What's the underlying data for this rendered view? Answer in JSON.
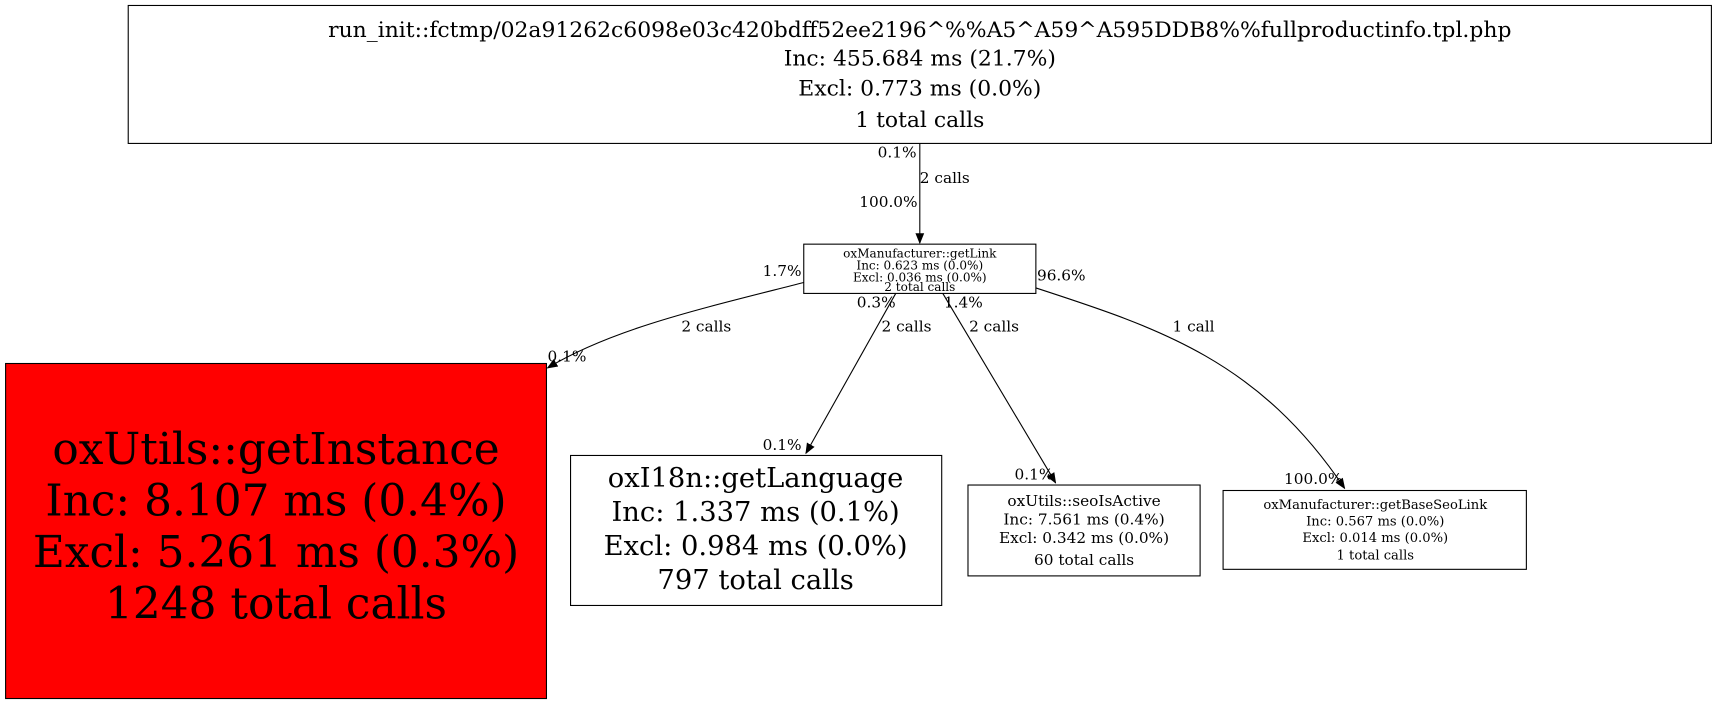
{
  "nodes": {
    "run_init": {
      "name": "run_init::fctmp/02a91262c6098e03c420bdff52ee2196^%%A5^A59^A595DDB8%%fullproductinfo.tpl.php",
      "inc": "Inc: 455.684 ms (21.7%)",
      "excl": "Excl: 0.773 ms (0.0%)",
      "calls": "1 total calls",
      "fill": "#ffffff"
    },
    "getLink": {
      "name": "oxManufacturer::getLink",
      "inc": "Inc: 0.623 ms (0.0%)",
      "excl": "Excl: 0.036 ms (0.0%)",
      "calls": "2 total calls",
      "fill": "#ffffff"
    },
    "getInstance": {
      "name": "oxUtils::getInstance",
      "inc": "Inc: 8.107 ms (0.4%)",
      "excl": "Excl: 5.261 ms (0.3%)",
      "calls": "1248 total calls",
      "fill": "#ff0000"
    },
    "getLanguage": {
      "name": "oxI18n::getLanguage",
      "inc": "Inc: 1.337 ms (0.1%)",
      "excl": "Excl: 0.984 ms (0.0%)",
      "calls": "797 total calls",
      "fill": "#ffffff"
    },
    "seoIsActive": {
      "name": "oxUtils::seoIsActive",
      "inc": "Inc: 7.561 ms (0.4%)",
      "excl": "Excl: 0.342 ms (0.0%)",
      "calls": "60 total calls",
      "fill": "#ffffff"
    },
    "getBaseSeoLink": {
      "name": "oxManufacturer::getBaseSeoLink",
      "inc": "Inc: 0.567 ms (0.0%)",
      "excl": "Excl: 0.014 ms (0.0%)",
      "calls": "1 total calls",
      "fill": "#ffffff"
    }
  },
  "edges": {
    "e1": {
      "from": "run_init",
      "to": "getLink",
      "tail": "0.1%",
      "calls": "2 calls",
      "head": "100.0%"
    },
    "e2": {
      "from": "getLink",
      "to": "getInstance",
      "tail": "1.7%",
      "calls": "2 calls",
      "head": "0.1%"
    },
    "e3": {
      "from": "getLink",
      "to": "getLanguage",
      "tail": "0.3%",
      "calls": "2 calls",
      "head": "0.1%"
    },
    "e4": {
      "from": "getLink",
      "to": "seoIsActive",
      "tail": "1.4%",
      "calls": "2 calls",
      "head": "0.1%"
    },
    "e5": {
      "from": "getLink",
      "to": "getBaseSeoLink",
      "tail": "96.6%",
      "calls": "1 call",
      "head": "100.0%"
    }
  }
}
